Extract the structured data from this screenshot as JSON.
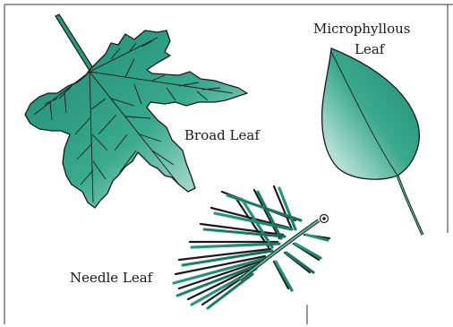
{
  "labels": {
    "broad_leaf": "Broad Leaf",
    "microphyllous_line1": "Microphyllous",
    "microphyllous_line2": "Leaf",
    "needle_leaf": "Needle Leaf"
  },
  "colors": {
    "leaf_dark": "#1e8a73",
    "leaf_mid": "#4bb59a",
    "leaf_light": "#e8f6f1",
    "outline": "#1a1a1a",
    "frame": "#333333"
  }
}
